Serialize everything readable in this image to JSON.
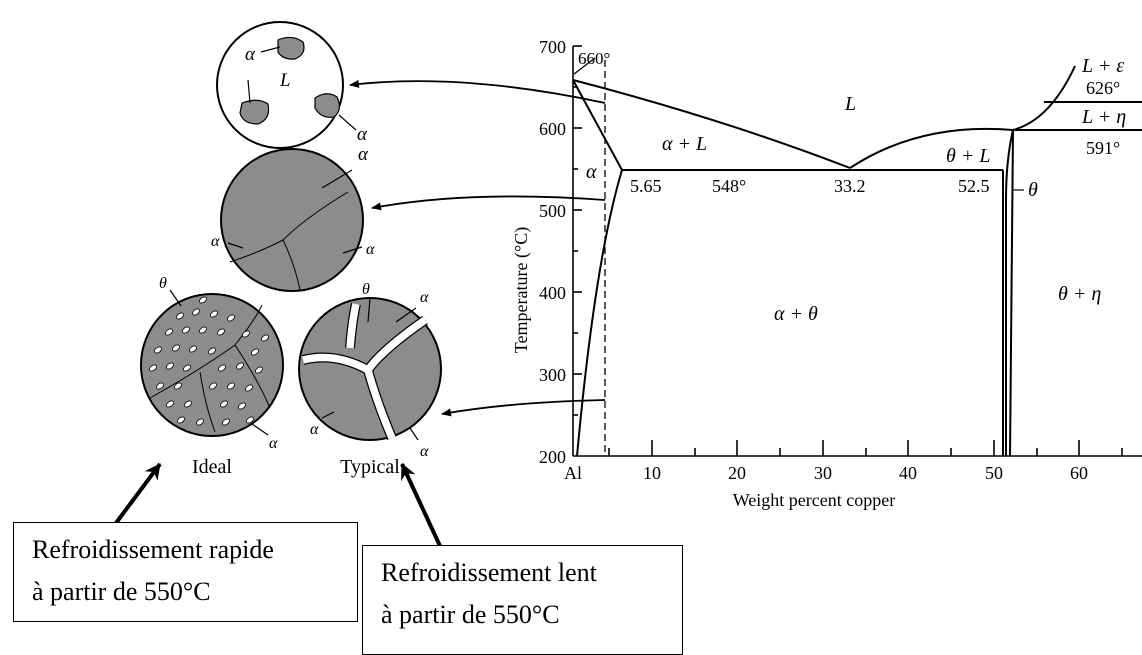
{
  "axis": {
    "ylabel": "Temperature (°C)",
    "xlabel": "Weight percent copper",
    "yticks": [
      "700",
      "600",
      "500",
      "400",
      "300",
      "200"
    ],
    "xticks": [
      "Al",
      "10",
      "20",
      "30",
      "40",
      "50",
      "60"
    ]
  },
  "diagram_labels": {
    "t660": "660°",
    "L": "L",
    "alpha_L": "α + L",
    "alpha": "α",
    "c565": "5.65",
    "t548": "548°",
    "c332": "33.2",
    "c525": "52.5",
    "theta_L": "θ + L",
    "theta": "θ",
    "L_eps": "L + ε",
    "t626": "626°",
    "L_eta": "L + η",
    "t591": "591°",
    "alpha_theta": "α + θ",
    "theta_eta": "θ + η"
  },
  "micro": {
    "liquid_alpha": "α",
    "liquid_L": "L",
    "grain_alpha": "α",
    "theta": "θ",
    "ideal": "Ideal",
    "typical": "Typical"
  },
  "boxes": {
    "fast_line1": "Refroidissement rapide",
    "fast_line2": "à partir de 550°C",
    "slow_line1": "Refroidissement lent",
    "slow_line2": "à partir de 550°C"
  }
}
